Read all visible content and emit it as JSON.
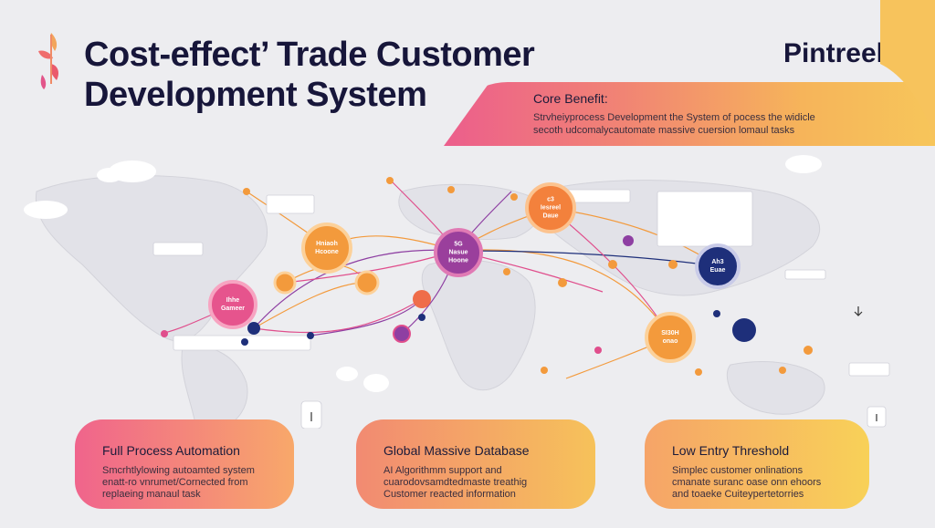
{
  "header": {
    "title_line1": "Cost-effect’ Trade Customer",
    "title_line2": "Development System",
    "brand": "Pintreel"
  },
  "banner": {
    "heading": "Core Benefit:",
    "body_line1": "Strvheiyprocess Development the System of pocess the widicle",
    "body_line2": "secoth udcomalycautomate massive cuersion lomaul tasks"
  },
  "map": {
    "nodes": [
      {
        "label_line1": "Ihhe",
        "label_line2": "Gameer"
      },
      {
        "label_line1": "Hniaoh",
        "label_line2": "Hcoone"
      },
      {
        "label_line1": "5G",
        "label_line2": "Nasue",
        "label_line3": "Hoone"
      },
      {
        "label_line1": "c3",
        "label_line2": "Iesreel",
        "label_line3": "Daue"
      },
      {
        "label_line1": "Ah3",
        "label_line2": "Euae"
      },
      {
        "label_line1": "SI30H",
        "label_line2": "onao"
      }
    ]
  },
  "cards": [
    {
      "title": "Full Process Automation",
      "line1": "Smcrhtlylowing autoamted system",
      "line2": "enatt-ro vnrumet/Cornected from",
      "line3": "replaeing manaul task"
    },
    {
      "title": "Global Massive Database",
      "line1": "AI Algorithmm support and",
      "line2": "cuarodovsamdtedmaste treathig",
      "line3": "Customer reacted information"
    },
    {
      "title": "Low Entry Threshold",
      "line1": "Simplec customer onlinations",
      "line2": "cmanate suranc oase onn ehoors",
      "line3": "and toaeke Cuiteypertetorries"
    }
  ],
  "colors": {
    "navy": "#1e2f7a",
    "orange": "#f39a3c",
    "pink": "#e04e8c",
    "purple": "#8e3fa2",
    "title": "#17163a",
    "background": "#ededf0"
  }
}
